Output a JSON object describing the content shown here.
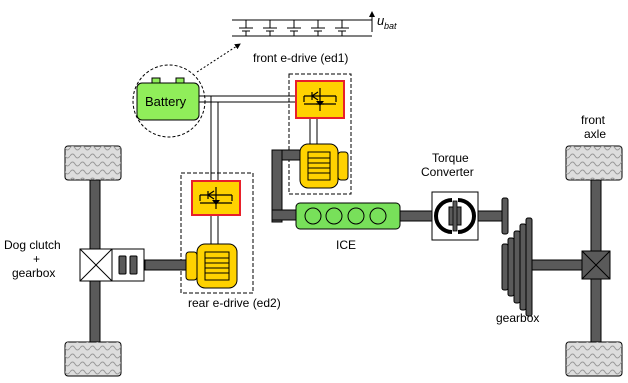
{
  "labels": {
    "voltage_symbol": "u",
    "voltage_subscript": "bat",
    "front_edrive": "front e-drive (ed1)",
    "battery": "Battery",
    "front_axle_line1": "front",
    "front_axle_line2": "axle",
    "torque_line1": "Torque",
    "torque_line2": "Converter",
    "ice": "ICE",
    "dog_clutch_line1": "Dog clutch",
    "dog_clutch_line2": "+",
    "dog_clutch_line3": "gearbox",
    "rear_edrive": "rear e-drive (ed2)",
    "gearbox": "gearbox"
  },
  "colors": {
    "motor_fill": "#ffd200",
    "inverter_fill": "#ffd200",
    "inverter_border": "#e8202a",
    "battery_fill": "#90ee5a",
    "ice_fill": "#78e05a",
    "shaft": "#5a5a5a",
    "wheel_fill": "#dddddd"
  },
  "icons": {
    "battery": "battery-icon",
    "inverter": "inverter-switch-icon",
    "motor": "electric-motor-icon",
    "wheel": "wheel-tire-icon",
    "differential": "differential-cross-icon"
  }
}
